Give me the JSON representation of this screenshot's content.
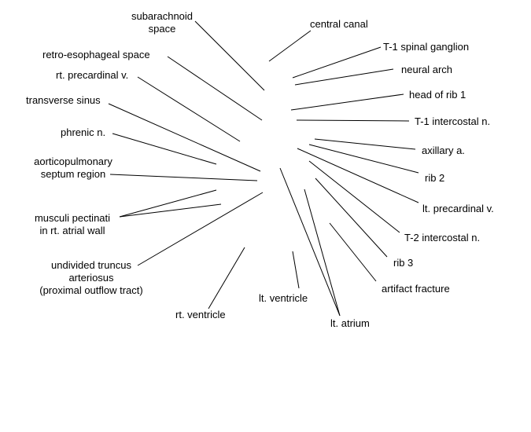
{
  "labels": {
    "subarachnoid_space": "subarachnoid space",
    "retro_esophageal_space": "retro-esophageal space",
    "rt_precardinal_v": "rt. precardinal v.",
    "transverse_sinus": "transverse sinus",
    "phrenic_n": "phrenic n.",
    "aorticopulmonary_line1": "aorticopulmonary",
    "aorticopulmonary_line2": "septum region",
    "musculi_line1": "musculi pectinati",
    "musculi_line2": "in rt. atrial wall",
    "truncus_line1": "undivided truncus",
    "truncus_line2": "arteriosus",
    "truncus_line3": "(proximal outflow tract)",
    "rt_ventricle": "rt. ventricle",
    "lt_ventricle": "lt. ventricle",
    "lt_atrium": "lt. atrium",
    "central_canal": "central canal",
    "t1_spinal_ganglion": "T-1 spinal ganglion",
    "neural_arch": "neural arch",
    "head_of_rib_1": "head of rib 1",
    "t1_intercostal_n": "T-1 intercostal n.",
    "axillary_a": "axillary a.",
    "rib_2": "rib 2",
    "lt_precardinal_v": "lt. precardinal v.",
    "t2_intercostal_n": "T-2 intercostal n.",
    "rib_3": "rib 3",
    "artifact_fracture": "artifact fracture"
  }
}
